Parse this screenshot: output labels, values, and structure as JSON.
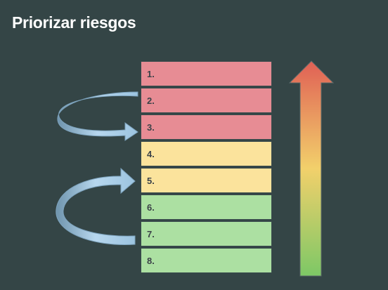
{
  "title": "Priorizar riesgos",
  "items": [
    {
      "label": "1.",
      "level": "high"
    },
    {
      "label": "2.",
      "level": "high"
    },
    {
      "label": "3.",
      "level": "high"
    },
    {
      "label": "4.",
      "level": "medium"
    },
    {
      "label": "5.",
      "level": "medium"
    },
    {
      "label": "6.",
      "level": "low"
    },
    {
      "label": "7.",
      "level": "low"
    },
    {
      "label": "8.",
      "level": "low"
    }
  ],
  "colors": {
    "background": "#344546",
    "high": "#e78c94",
    "medium": "#fbe39c",
    "low": "#ace0a2",
    "arrow_top": "#e06055",
    "arrow_mid": "#f2d06b",
    "arrow_bottom": "#7dc866",
    "curved_arrow": "#a8cde6"
  },
  "icons": {
    "curved_arrow_down": "curved-arrow-2-to-3-icon",
    "curved_arrow_up": "curved-arrow-7-to-5-icon",
    "priority_arrow": "priority-up-arrow-icon"
  }
}
